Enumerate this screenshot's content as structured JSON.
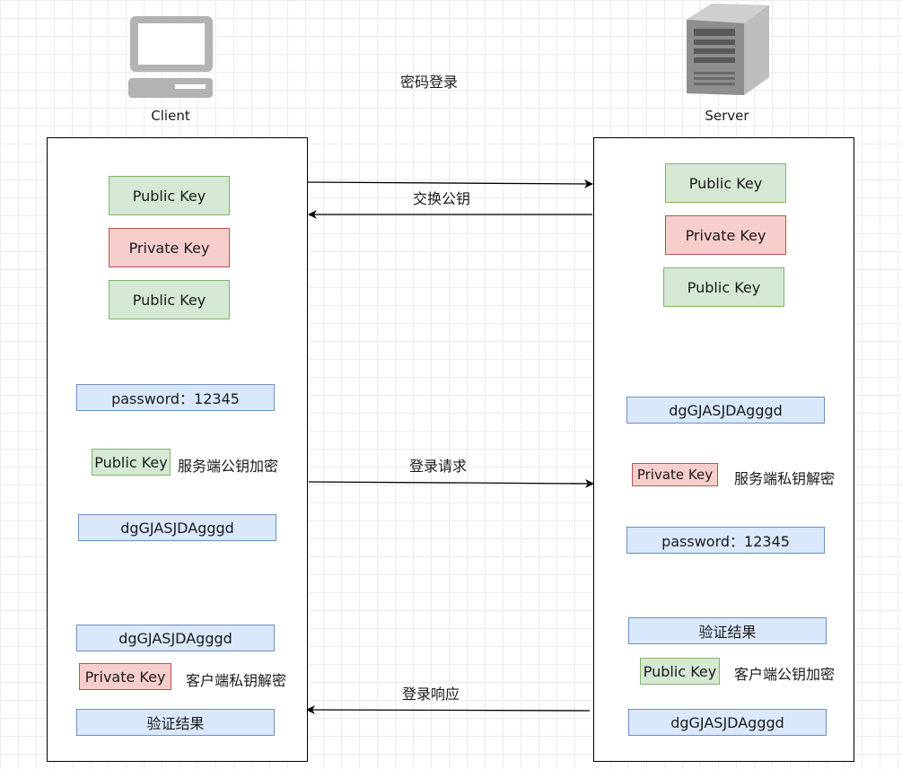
{
  "title": "密码登录",
  "client": {
    "label": "Client",
    "keys": [
      "Public Key",
      "Private Key",
      "Public Key"
    ],
    "password": "password：12345",
    "encrypt_key": "Public Key",
    "encrypt_label": "服务端公钥加密",
    "ciphertext": "dgGJASJDAgggd",
    "cipher2": "dgGJASJDAgggd",
    "decrypt_key": "Private Key",
    "decrypt_label": "客户端私钥解密",
    "result": "验证结果"
  },
  "server": {
    "label": "Server",
    "keys": [
      "Public Key",
      "Private Key",
      "Public Key"
    ],
    "ciphertext": "dgGJASJDAgggd",
    "decrypt_key": "Private Key",
    "decrypt_label": "服务端私钥解密",
    "password": "password：12345",
    "result": "验证结果",
    "encrypt_key": "Public Key",
    "encrypt_label": "客户端公钥加密",
    "cipher_out": "dgGJASJDAgggd"
  },
  "arrows": {
    "exchange": "交换公钥",
    "login_request": "登录请求",
    "login_response": "登录响应"
  },
  "colors": {
    "green_fill": "#d5e8d4",
    "green_stroke": "#82b366",
    "red_fill": "#f8cecc",
    "red_stroke": "#b85450",
    "blue_fill": "#dae8fc",
    "blue_stroke": "#6c8ebf"
  }
}
